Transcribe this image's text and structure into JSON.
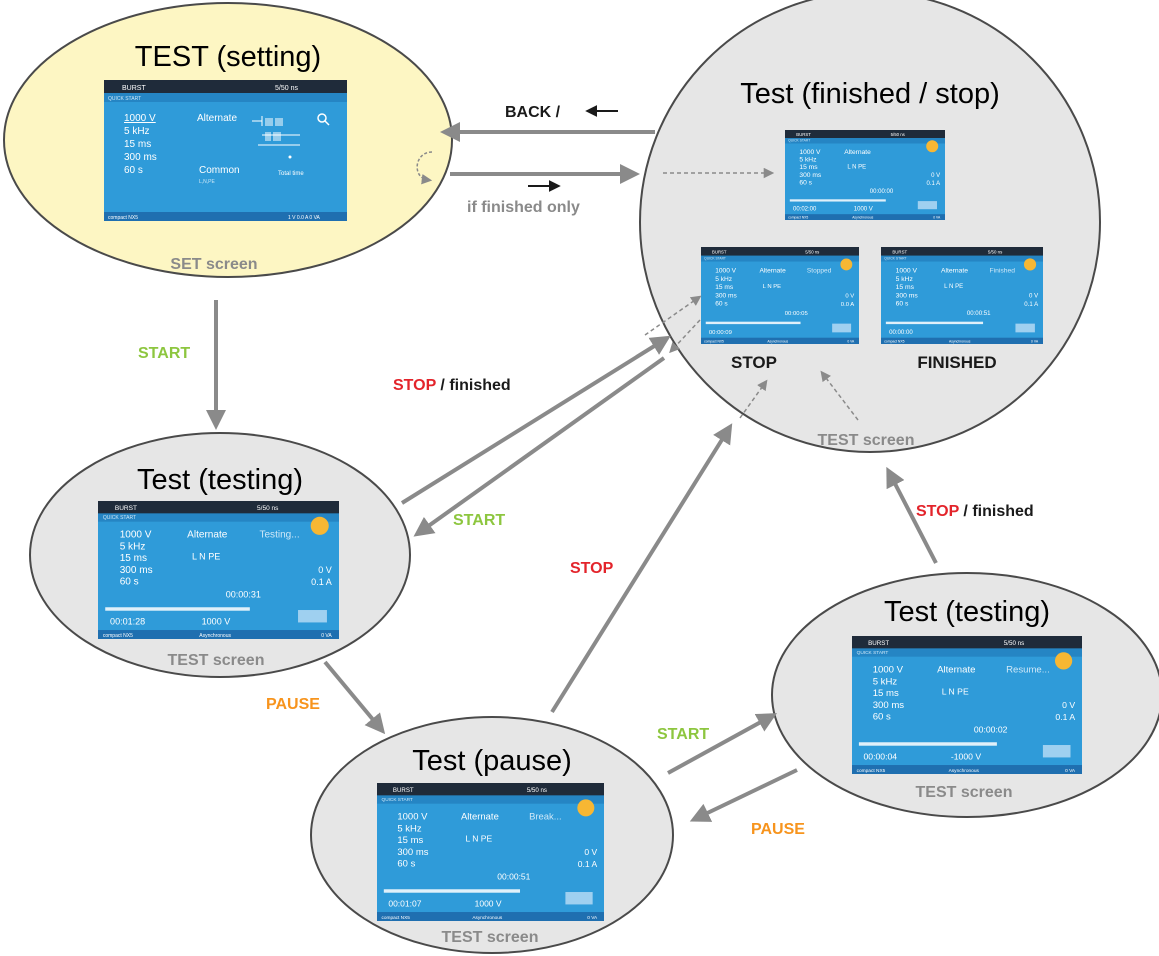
{
  "nodes": {
    "setting": {
      "title": "TEST (setting)",
      "caption": "SET screen"
    },
    "finished_stop": {
      "title": "Test (finished / stop)",
      "caption": "TEST screen",
      "stop_label": "STOP",
      "finished_label": "FINISHED"
    },
    "testing_left": {
      "title": "Test (testing)",
      "caption": "TEST screen"
    },
    "testing_right": {
      "title": "Test (testing)",
      "caption": "TEST screen"
    },
    "pause": {
      "title": "Test (pause)",
      "caption": "TEST screen"
    }
  },
  "edges": {
    "back": "BACK /",
    "if_finished": "if finished only",
    "start_down": "START",
    "stop_finished_1": {
      "stop": "STOP",
      "rest": " / finished"
    },
    "start_left": "START",
    "stop_mid": "STOP",
    "stop_finished_2": {
      "stop": "STOP",
      "rest": " / finished"
    },
    "pause_1": "PAUSE",
    "start_right": "START",
    "pause_2": "PAUSE"
  },
  "screens": {
    "set": {
      "title": "BURST",
      "topright": "5/50 ns",
      "sub": "QUICK START",
      "params": [
        "1000 V",
        "5 kHz",
        "15 ms",
        "300 ms",
        "60 s"
      ],
      "pol": "Alternate",
      "cpl": "Common",
      "cpl_sub": "L,N,PE",
      "total": "Total time",
      "footer_left": "compact NX5",
      "footer_right": "1 V   0.0 A   0 VA"
    },
    "finished_top": {
      "title": "BURST",
      "topright": "5/50 ns",
      "sub": "QUICK START",
      "params": [
        "1000 V",
        "5 kHz",
        "15 ms",
        "300 ms",
        "60 s"
      ],
      "pol": "Alternate",
      "status": "",
      "cpl": "L  N  PE",
      "vres": "0 V",
      "ires": "0.1 A",
      "actual_time": "00:00:00",
      "elapsed": "00:02:00",
      "actual_v": "1000 V",
      "footer_left": "compact NX5",
      "footer_mid": "Asynchronous",
      "footer_right": "0 VA"
    },
    "stopped": {
      "title": "BURST",
      "topright": "5/50 ns",
      "sub": "QUICK START",
      "params": [
        "1000 V",
        "5 kHz",
        "15 ms",
        "300 ms",
        "60 s"
      ],
      "pol": "Alternate",
      "status": "Stopped",
      "cpl": "L  N  PE",
      "vres": "0 V",
      "ires": "0.0 A",
      "actual_time": "00:00:05",
      "elapsed": "00:00:09",
      "actual_v": "",
      "footer_left": "compact NX5",
      "footer_mid": "Asynchronous",
      "footer_right": "0 VA"
    },
    "finished": {
      "title": "BURST",
      "topright": "5/50 ns",
      "sub": "QUICK START",
      "params": [
        "1000 V",
        "5 kHz",
        "15 ms",
        "300 ms",
        "60 s"
      ],
      "pol": "Alternate",
      "status": "Finished",
      "cpl": "L  N  PE",
      "vres": "0 V",
      "ires": "0.1 A",
      "actual_time": "00:00:51",
      "elapsed": "00:00:00",
      "actual_v": "",
      "footer_left": "compact NX5",
      "footer_mid": "Asynchronous",
      "footer_right": "0 VA"
    },
    "testing_left": {
      "title": "BURST",
      "topright": "5/50 ns",
      "sub": "QUICK START",
      "params": [
        "1000 V",
        "5 kHz",
        "15 ms",
        "300 ms",
        "60 s"
      ],
      "pol": "Alternate",
      "status": "Testing...",
      "cpl": "L  N  PE",
      "vres": "0 V",
      "ires": "0.1 A",
      "actual_time": "00:00:31",
      "elapsed": "00:01:28",
      "actual_v": "1000 V",
      "footer_left": "compact NX5",
      "footer_mid": "Asynchronous",
      "footer_right": "0 VA"
    },
    "testing_right": {
      "title": "BURST",
      "topright": "5/50 ns",
      "sub": "QUICK START",
      "params": [
        "1000 V",
        "5 kHz",
        "15 ms",
        "300 ms",
        "60 s"
      ],
      "pol": "Alternate",
      "status": "Resume...",
      "cpl": "L  N  PE",
      "vres": "0 V",
      "ires": "0.1 A",
      "actual_time": "00:00:02",
      "elapsed": "00:00:04",
      "actual_v": "-1000 V",
      "footer_left": "compact NX5",
      "footer_mid": "Asynchronous",
      "footer_right": "0 VA"
    },
    "pause": {
      "title": "BURST",
      "topright": "5/50 ns",
      "sub": "QUICK START",
      "params": [
        "1000 V",
        "5 kHz",
        "15 ms",
        "300 ms",
        "60 s"
      ],
      "pol": "Alternate",
      "status": "Break...",
      "cpl": "L  N  PE",
      "vres": "0 V",
      "ires": "0.1 A",
      "actual_time": "00:00:51",
      "elapsed": "00:01:07",
      "actual_v": "1000 V",
      "footer_left": "compact NX5",
      "footer_mid": "Asynchronous",
      "footer_right": "0 VA"
    }
  },
  "colors": {
    "setting_fill": "#fdf6c3",
    "state_fill": "#e6e6e6",
    "arrow": "#8a8a8a",
    "start": "#8dc63f",
    "stop": "#e3242b",
    "pause": "#f7941d",
    "screen": "#2f9bd9"
  }
}
